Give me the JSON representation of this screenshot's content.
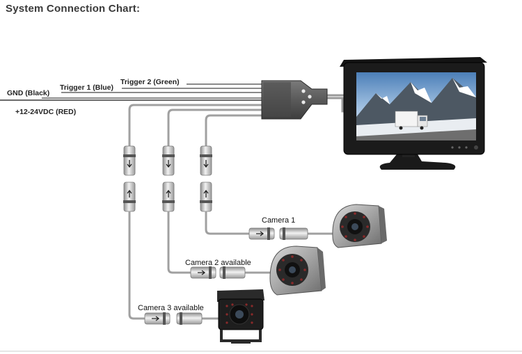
{
  "title": "System Connection Chart:",
  "wires": {
    "gnd": "GND (Black)",
    "trigger1": "Trigger 1 (Blue)",
    "trigger2": "Trigger 2 (Green)",
    "power": "+12-24VDC (RED)"
  },
  "cameras": {
    "camera1": "Camera 1",
    "camera2": "Camera 2 available",
    "camera3": "Camera 3 available"
  },
  "colors": {
    "background": "#ffffff",
    "cable": "#9a9a9a",
    "monitor_body": "#1b1b1b",
    "connector": "#cfcfcf",
    "camera_body": "#a9a9a9"
  },
  "icons": {
    "monitor": "monitor-icon",
    "splitter": "splitter-box",
    "camera1": "side-camera-icon",
    "camera2": "side-camera-icon",
    "camera3": "bracket-camera-icon"
  }
}
